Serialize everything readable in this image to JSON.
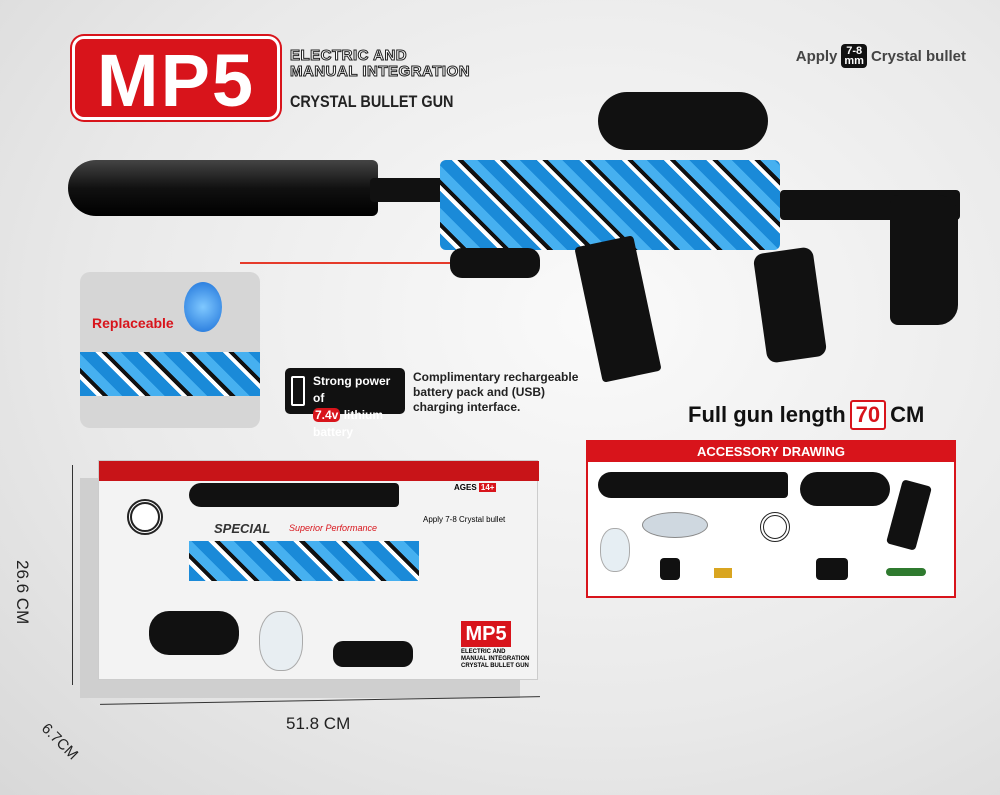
{
  "header": {
    "logo": "MP5",
    "subtitle_line1": "ELECTRIC AND",
    "subtitle_line2": "MANUAL INTEGRATION",
    "subtitle_line3": "CRYSTAL BULLET  GUN"
  },
  "apply": {
    "prefix": "Apply",
    "size_top": "7-8",
    "size_unit": "mm",
    "suffix": "Crystal bullet"
  },
  "inset": {
    "label": "Replaceable"
  },
  "battery": {
    "line1": "Strong power of",
    "voltage": "7.4v",
    "line2": "lithium battery"
  },
  "complimentary": {
    "line1": "Complimentary rechargeable",
    "line2": "battery pack and (USB)",
    "line3": "charging interface."
  },
  "length": {
    "label": "Full gun length",
    "value": "70",
    "unit": "CM"
  },
  "accessory": {
    "title": "ACCESSORY DRAWING"
  },
  "box": {
    "ages": "AGES",
    "age_value": "14+",
    "apply": "Apply 7-8 Crystal bullet",
    "special": "SPECIAL",
    "performance": "Superior Performance",
    "logo": "MP5",
    "sub1": "ELECTRIC AND",
    "sub2": "MANUAL INTEGRATION",
    "sub3": "CRYSTAL BULLET GUN"
  },
  "dimensions": {
    "height": "26.6 CM",
    "width": "51.8 CM",
    "depth": "6.7CM"
  },
  "colors": {
    "brand_red": "#d8141b",
    "camo_blue": "#1a8ad8"
  }
}
